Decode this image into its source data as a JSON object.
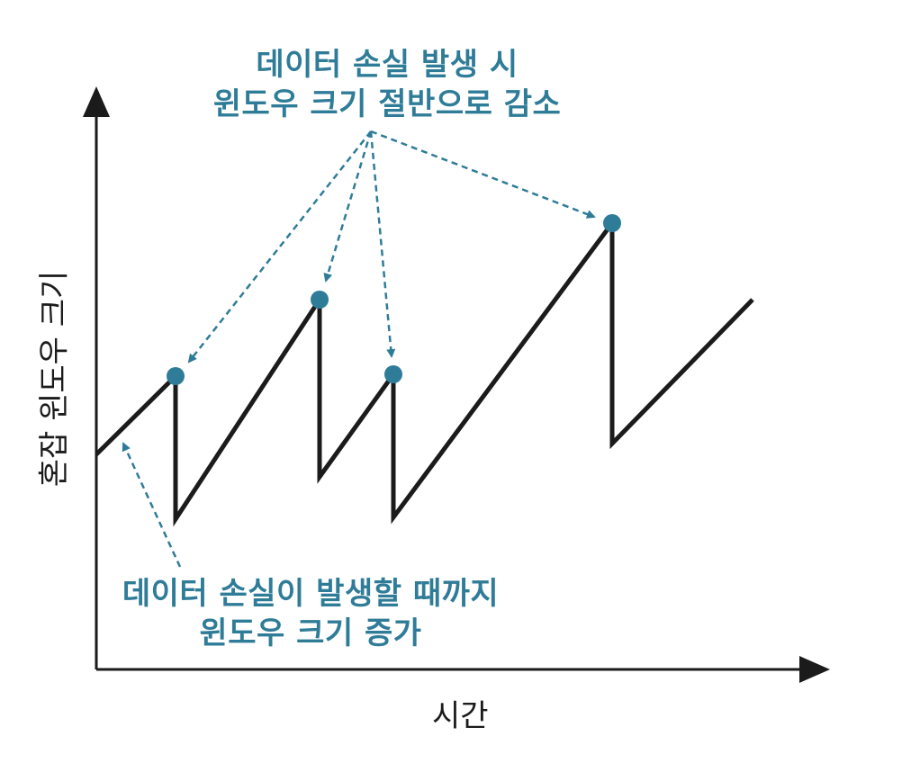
{
  "diagram": {
    "x_axis_label": "시간",
    "y_axis_label": "혼잡 윈도우 크기",
    "annotation_top": {
      "line1": "데이터 손실 발생 시",
      "line2": "윈도우 크기 절반으로 감소"
    },
    "annotation_bottom": {
      "line1": "데이터 손실이 발생할 때까지",
      "line2": "윈도우 크기 증가"
    },
    "colors": {
      "line": "#1b1b1b",
      "accent": "#2f7c98",
      "background": "#ffffff"
    }
  }
}
